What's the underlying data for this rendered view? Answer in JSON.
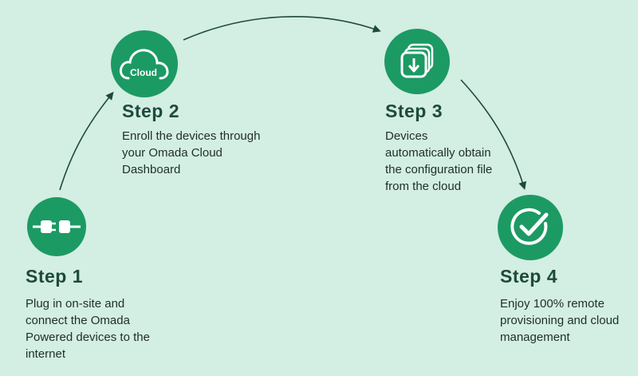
{
  "steps": [
    {
      "title": "Step 1",
      "description": "Plug in on-site and connect the Omada Powered devices to the internet",
      "icon": "plug-icon"
    },
    {
      "title": "Step 2",
      "description": "Enroll the devices through your Omada Cloud Dashboard",
      "icon": "cloud-icon",
      "icon_text": "Cloud"
    },
    {
      "title": "Step 3",
      "description": "Devices automatically obtain the configuration file from the cloud",
      "icon": "download-stack-icon"
    },
    {
      "title": "Step 4",
      "description": "Enjoy 100% remote provisioning and cloud management",
      "icon": "check-circle-icon"
    }
  ],
  "colors": {
    "background": "#d3eee2",
    "accent": "#1c9a64",
    "title": "#1e4a3c",
    "arrow": "#1e4a3c"
  }
}
